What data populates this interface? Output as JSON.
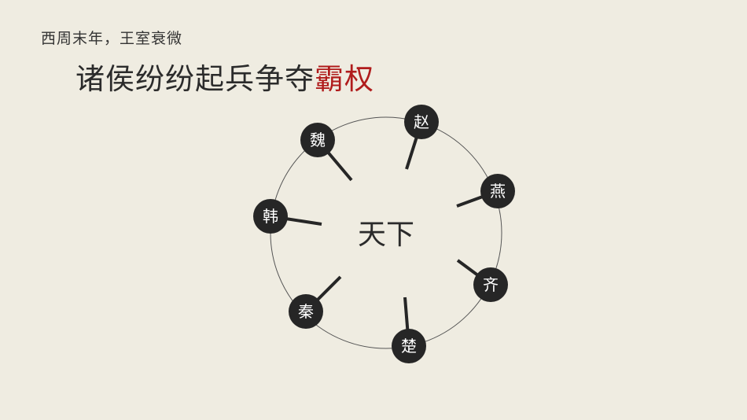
{
  "header": {
    "subtitle": "西周末年，王室衰微",
    "headline_main": "诸侯纷纷起兵争夺",
    "headline_accent": "霸权",
    "accent_color": "#b01c1c"
  },
  "diagram": {
    "center_label": "天下",
    "states": [
      {
        "name": "赵"
      },
      {
        "name": "燕"
      },
      {
        "name": "齐"
      },
      {
        "name": "楚"
      },
      {
        "name": "秦"
      },
      {
        "name": "韩"
      },
      {
        "name": "魏"
      }
    ],
    "node_color": "#262626",
    "ring_color": "#555555"
  }
}
